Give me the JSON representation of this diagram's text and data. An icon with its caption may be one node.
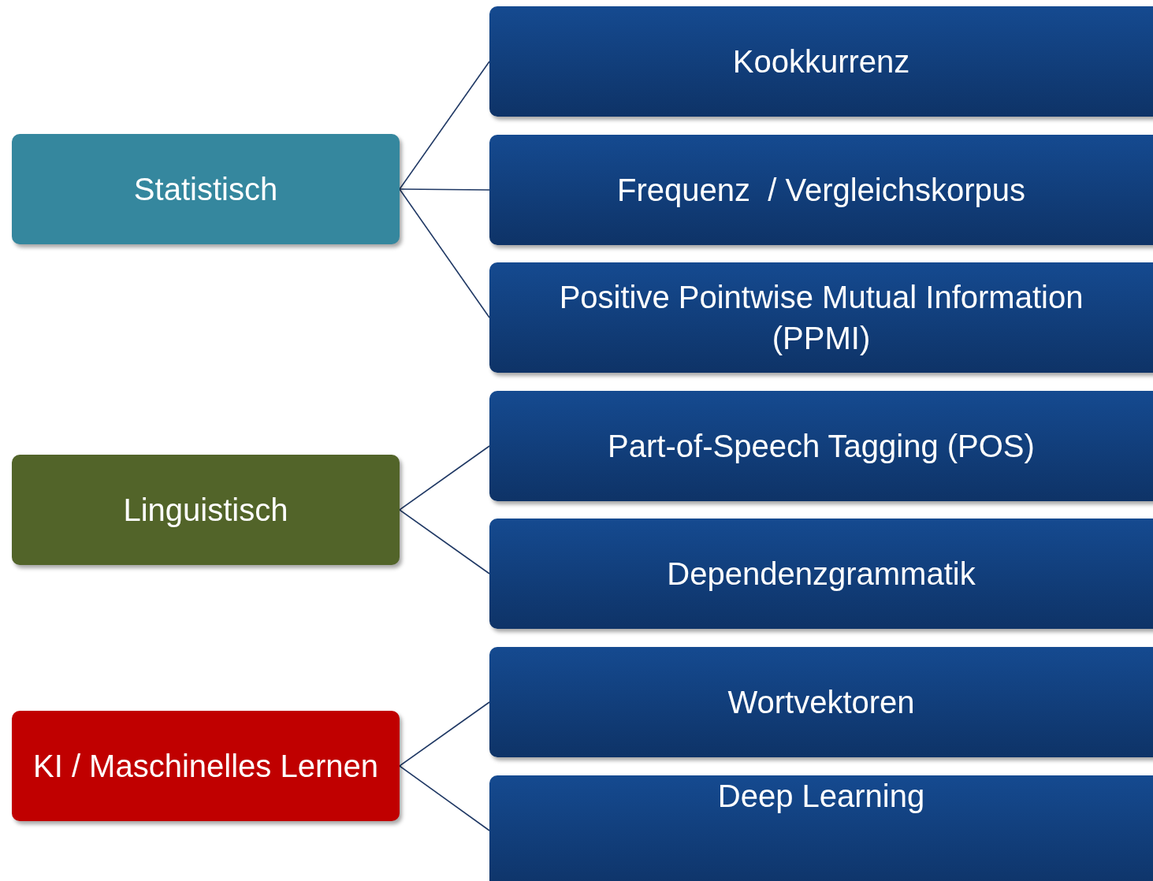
{
  "diagram": {
    "nodes": [
      {
        "text": [
          "Statistisch"
        ]
      },
      {
        "text": [
          "Kookkurrenz"
        ]
      },
      {
        "text": [
          "Frequenz  / Vergleichskorpus"
        ]
      },
      {
        "text": [
          "Positive Pointwise Mutual Information (PPMI)"
        ]
      },
      {
        "text": [
          "Linguistisch"
        ]
      },
      {
        "text": [
          "Part-of-Speech Tagging (POS)"
        ]
      },
      {
        "text": [
          "Dependenzgrammatik"
        ]
      },
      {
        "text": [
          "KI / Maschinelles Lernen"
        ]
      },
      {
        "text": [
          "Wortvektoren"
        ]
      },
      {
        "text": [
          "Deep Learning"
        ]
      }
    ],
    "edges": [
      {
        "from": 0,
        "to": 1,
        "arrow": "none"
      },
      {
        "from": 0,
        "to": 2,
        "arrow": "none"
      },
      {
        "from": 0,
        "to": 3,
        "arrow": "none"
      },
      {
        "from": 4,
        "to": 5,
        "arrow": "none"
      },
      {
        "from": 4,
        "to": 6,
        "arrow": "none"
      },
      {
        "from": 7,
        "to": 8,
        "arrow": "none"
      },
      {
        "from": 7,
        "to": 9,
        "arrow": "none"
      }
    ]
  }
}
